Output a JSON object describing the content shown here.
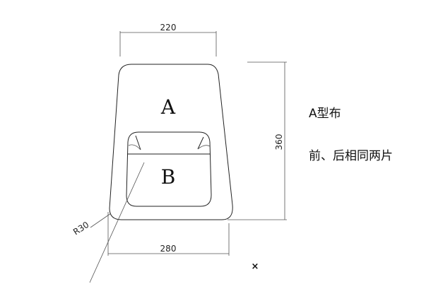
{
  "dimensions": {
    "top_width": "220",
    "bottom_width": "280",
    "height": "360",
    "corner_radius": "R30"
  },
  "regions": {
    "upper": "A",
    "lower": "B"
  },
  "notes": {
    "line1": "A型布",
    "line2": "前、后相同两片"
  },
  "marker": "×"
}
